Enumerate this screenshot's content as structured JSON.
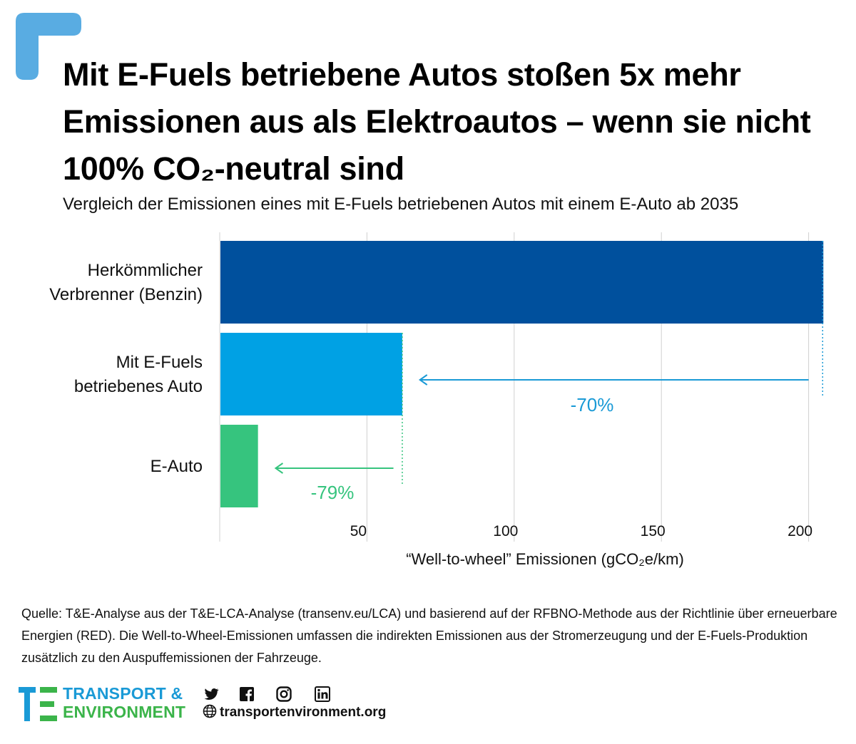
{
  "header": {
    "title": "Mit E-Fuels betriebene Autos stoßen 5x mehr Emissionen aus als Elektroautos – wenn sie nicht 100% CO₂-neutral sind",
    "subtitle": "Vergleich der Emissionen eines mit E-Fuels betriebenen Autos mit einem E-Auto ab 2035"
  },
  "chart_data": {
    "type": "bar",
    "orientation": "horizontal",
    "categories": [
      [
        "Herkömmlicher",
        "Verbrenner (Benzin)"
      ],
      [
        "Mit E-Fuels",
        "betriebenes Auto"
      ],
      [
        "E-Auto"
      ]
    ],
    "values": [
      205,
      62,
      13
    ],
    "colors": [
      "#00509d",
      "#00a1e4",
      "#36c47e"
    ],
    "xlabel": "“Well-to-wheel” Emissionen (gCO₂e/km)",
    "ticks": [
      50,
      100,
      150,
      200
    ],
    "xlim": [
      0,
      205
    ],
    "grid": true,
    "annotations": [
      {
        "text": "-70%",
        "from": 200,
        "to": 68,
        "color": "#1a9ad6"
      },
      {
        "text": "-79%",
        "from": 59,
        "to": 19,
        "color": "#36c47e"
      }
    ]
  },
  "source": {
    "text": "Quelle: T&E-Analyse aus der T&E-LCA-Analyse (transenv.eu/LCA) und basierend auf der RFBNO-Methode aus der Richtlinie über erneuerbare Energien (RED). Die Well-to-Wheel-Emissionen umfassen die indirekten Emissionen aus der Stromerzeugung und der E-Fuels-Produktion zusätzlich zu den Auspuffemissionen der Fahrzeuge."
  },
  "footer": {
    "brand_line1": "TRANSPORT &",
    "brand_line2": "ENVIRONMENT",
    "website": "transportenvironment.org",
    "icons": [
      "twitter-icon",
      "facebook-icon",
      "instagram-icon",
      "linkedin-icon",
      "globe-icon"
    ]
  }
}
